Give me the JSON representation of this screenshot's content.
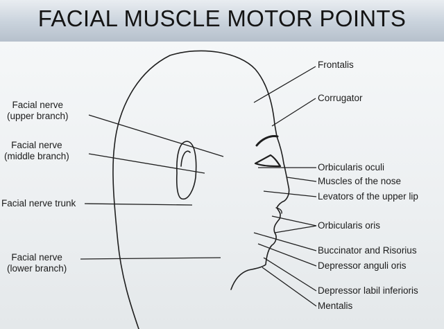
{
  "title": "FACIAL MUSCLE MOTOR POINTS",
  "nerve_labels": {
    "upper_branch": [
      "Facial nerve",
      "(upper branch)"
    ],
    "middle_branch": [
      "Facial nerve",
      "(middle branch)"
    ],
    "trunk": "Facial nerve trunk",
    "lower_branch": [
      "Facial nerve",
      "(lower branch)"
    ]
  },
  "muscle_labels": {
    "frontalis": "Frontalis",
    "corrugator": "Corrugator",
    "orbicularis_oculi": "Orbicularis oculi",
    "muscles_nose": "Muscles of the nose",
    "levators_upper_lip": "Levators of the upper lip",
    "orbicularis_oris": "Orbicularis oris",
    "buccinator_risorius": "Buccinator and Risorius",
    "depressor_anguli_oris": "Depressor anguli oris",
    "depressor_labii_inferioris": "Depressor labil inferioris",
    "mentalis": "Mentalis"
  }
}
